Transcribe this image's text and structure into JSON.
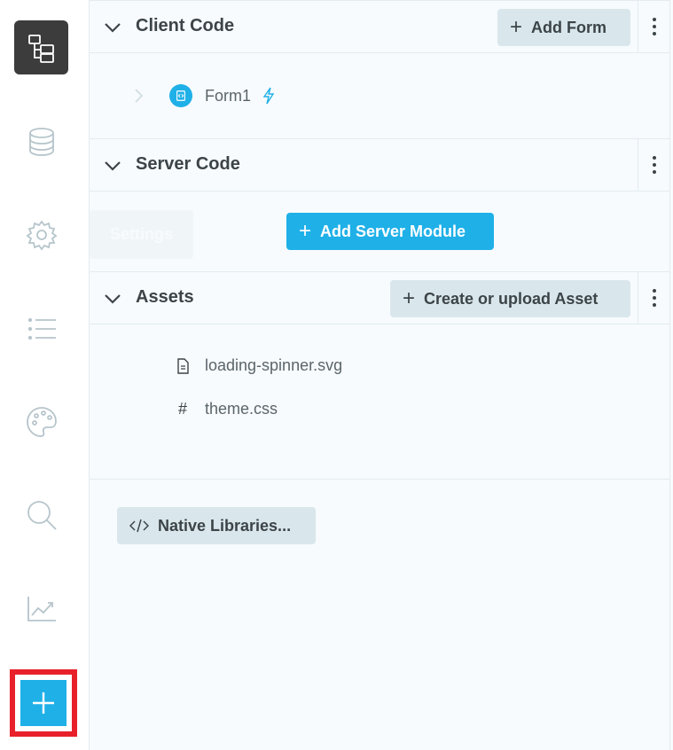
{
  "sidebar": {
    "items": [
      {
        "icon": "app-tree-icon",
        "active": true
      },
      {
        "icon": "database-icon",
        "active": false
      },
      {
        "icon": "gear-icon",
        "active": false
      },
      {
        "icon": "list-icon",
        "active": false
      },
      {
        "icon": "palette-icon",
        "active": false
      },
      {
        "icon": "search-icon",
        "active": false
      },
      {
        "icon": "analytics-icon",
        "active": false
      }
    ],
    "tooltip_label": "Settings",
    "add_icon": "plus-icon"
  },
  "client_code": {
    "title": "Client Code",
    "add_label": "Add Form",
    "forms": [
      {
        "name": "Form1",
        "startup": true
      }
    ]
  },
  "server_code": {
    "title": "Server Code",
    "add_label": "Add Server Module"
  },
  "assets": {
    "title": "Assets",
    "add_label": "Create or upload Asset",
    "files": [
      {
        "name": "loading-spinner.svg",
        "icon": "file-icon"
      },
      {
        "name": "theme.css",
        "icon": "hash-icon"
      }
    ]
  },
  "native_libraries": {
    "label": "Native Libraries..."
  },
  "colors": {
    "accent": "#1fb0e8",
    "highlight_border": "#e8202a"
  }
}
